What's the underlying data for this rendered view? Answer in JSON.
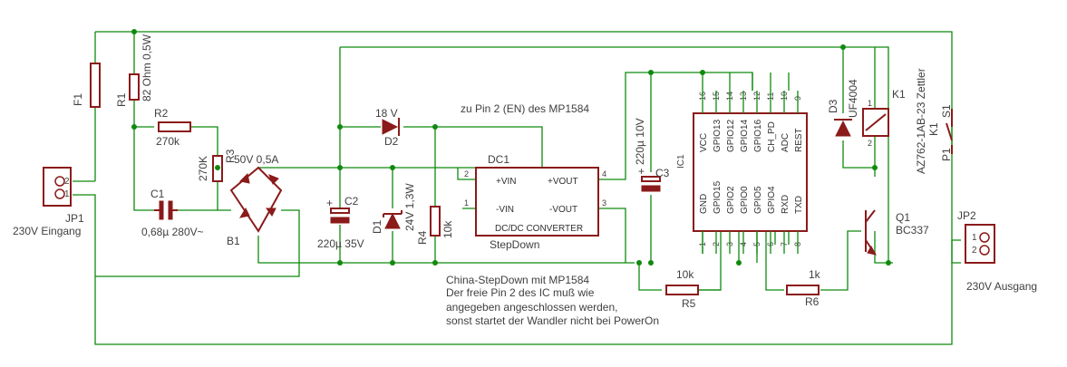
{
  "labels": {
    "f1": "F1",
    "r1": "R1",
    "r1_val": "82 Ohm 0,5W",
    "r2": "R2",
    "r2_val": "270k",
    "r3": "R3",
    "r3_val": "270K",
    "c1": "C1",
    "c1_val": "0,68µ 280V~",
    "jp1": "JP1",
    "jp1_desc": "230V Eingang",
    "jp1_pin2": "2",
    "jp1_pin1": "1",
    "b1": "B1",
    "b1_val": "50V 0,5A",
    "c2": "C2",
    "c2_val": "220µ 35V",
    "d2_val": "18 V",
    "d2": "D2",
    "d1": "D1",
    "d1_val": "24V 1,3W",
    "r4": "R4",
    "r4_val": "10k",
    "note_en": "zu Pin 2 (EN) des MP1584",
    "dc1": "DC1",
    "dc1_vin_p": "+VIN",
    "dc1_vout_p": "+VOUT",
    "dc1_vin_n": "-VIN",
    "dc1_vout_n": "-VOUT",
    "dc1_title": "DC/DC CONVERTER",
    "dc1_name": "StepDown",
    "dc1_pin2": "2",
    "dc1_pin1": "1",
    "dc1_pin4": "4",
    "dc1_pin3": "3",
    "c3": "C3",
    "c3_val": "220µ 10V",
    "ic1": "IC1",
    "ic_top_pins": [
      "VCC",
      "GPIO13",
      "GPIO12",
      "GPIO14",
      "GPIO16",
      "CH_PD",
      "ADC",
      "REST"
    ],
    "ic_top_nums": [
      "16",
      "15",
      "14",
      "13",
      "12",
      "11",
      "10",
      "9"
    ],
    "ic_bot_pins": [
      "GND",
      "GPIO15",
      "GPIO2",
      "GPIO0",
      "GPIO5",
      "GPIO4",
      "RXD",
      "TXD"
    ],
    "ic_bot_nums": [
      "1",
      "2",
      "3",
      "4",
      "5",
      "6",
      "7",
      "8"
    ],
    "d3": "D3",
    "d3_val": "UF4004",
    "k1": "K1",
    "k1_val": "AZ762-1AB-23 Zettler",
    "k1_pin1": "1",
    "k1_pin2": "2",
    "s1": "S1",
    "k1b": "K1",
    "p1": "P1",
    "q1": "Q1",
    "q1_val": "BC337",
    "r5": "R5",
    "r5_val": "10k",
    "r6": "R6",
    "r6_val": "1k",
    "jp2": "JP2",
    "jp2_desc": "230V Ausgang",
    "jp2_pin1": "1",
    "jp2_pin2": "2",
    "note1": "China-StepDown mit MP1584",
    "note2": "Der freie Pin 2 des IC muß wie",
    "note3": "angegeben angeschlossen werden,",
    "note4": "sonst startet der Wandler nicht bei PowerOn"
  },
  "colors": {
    "wire": "#0f8a0f",
    "symbol": "#8b1a1a",
    "text": "#404040",
    "background": "#ffffff"
  }
}
